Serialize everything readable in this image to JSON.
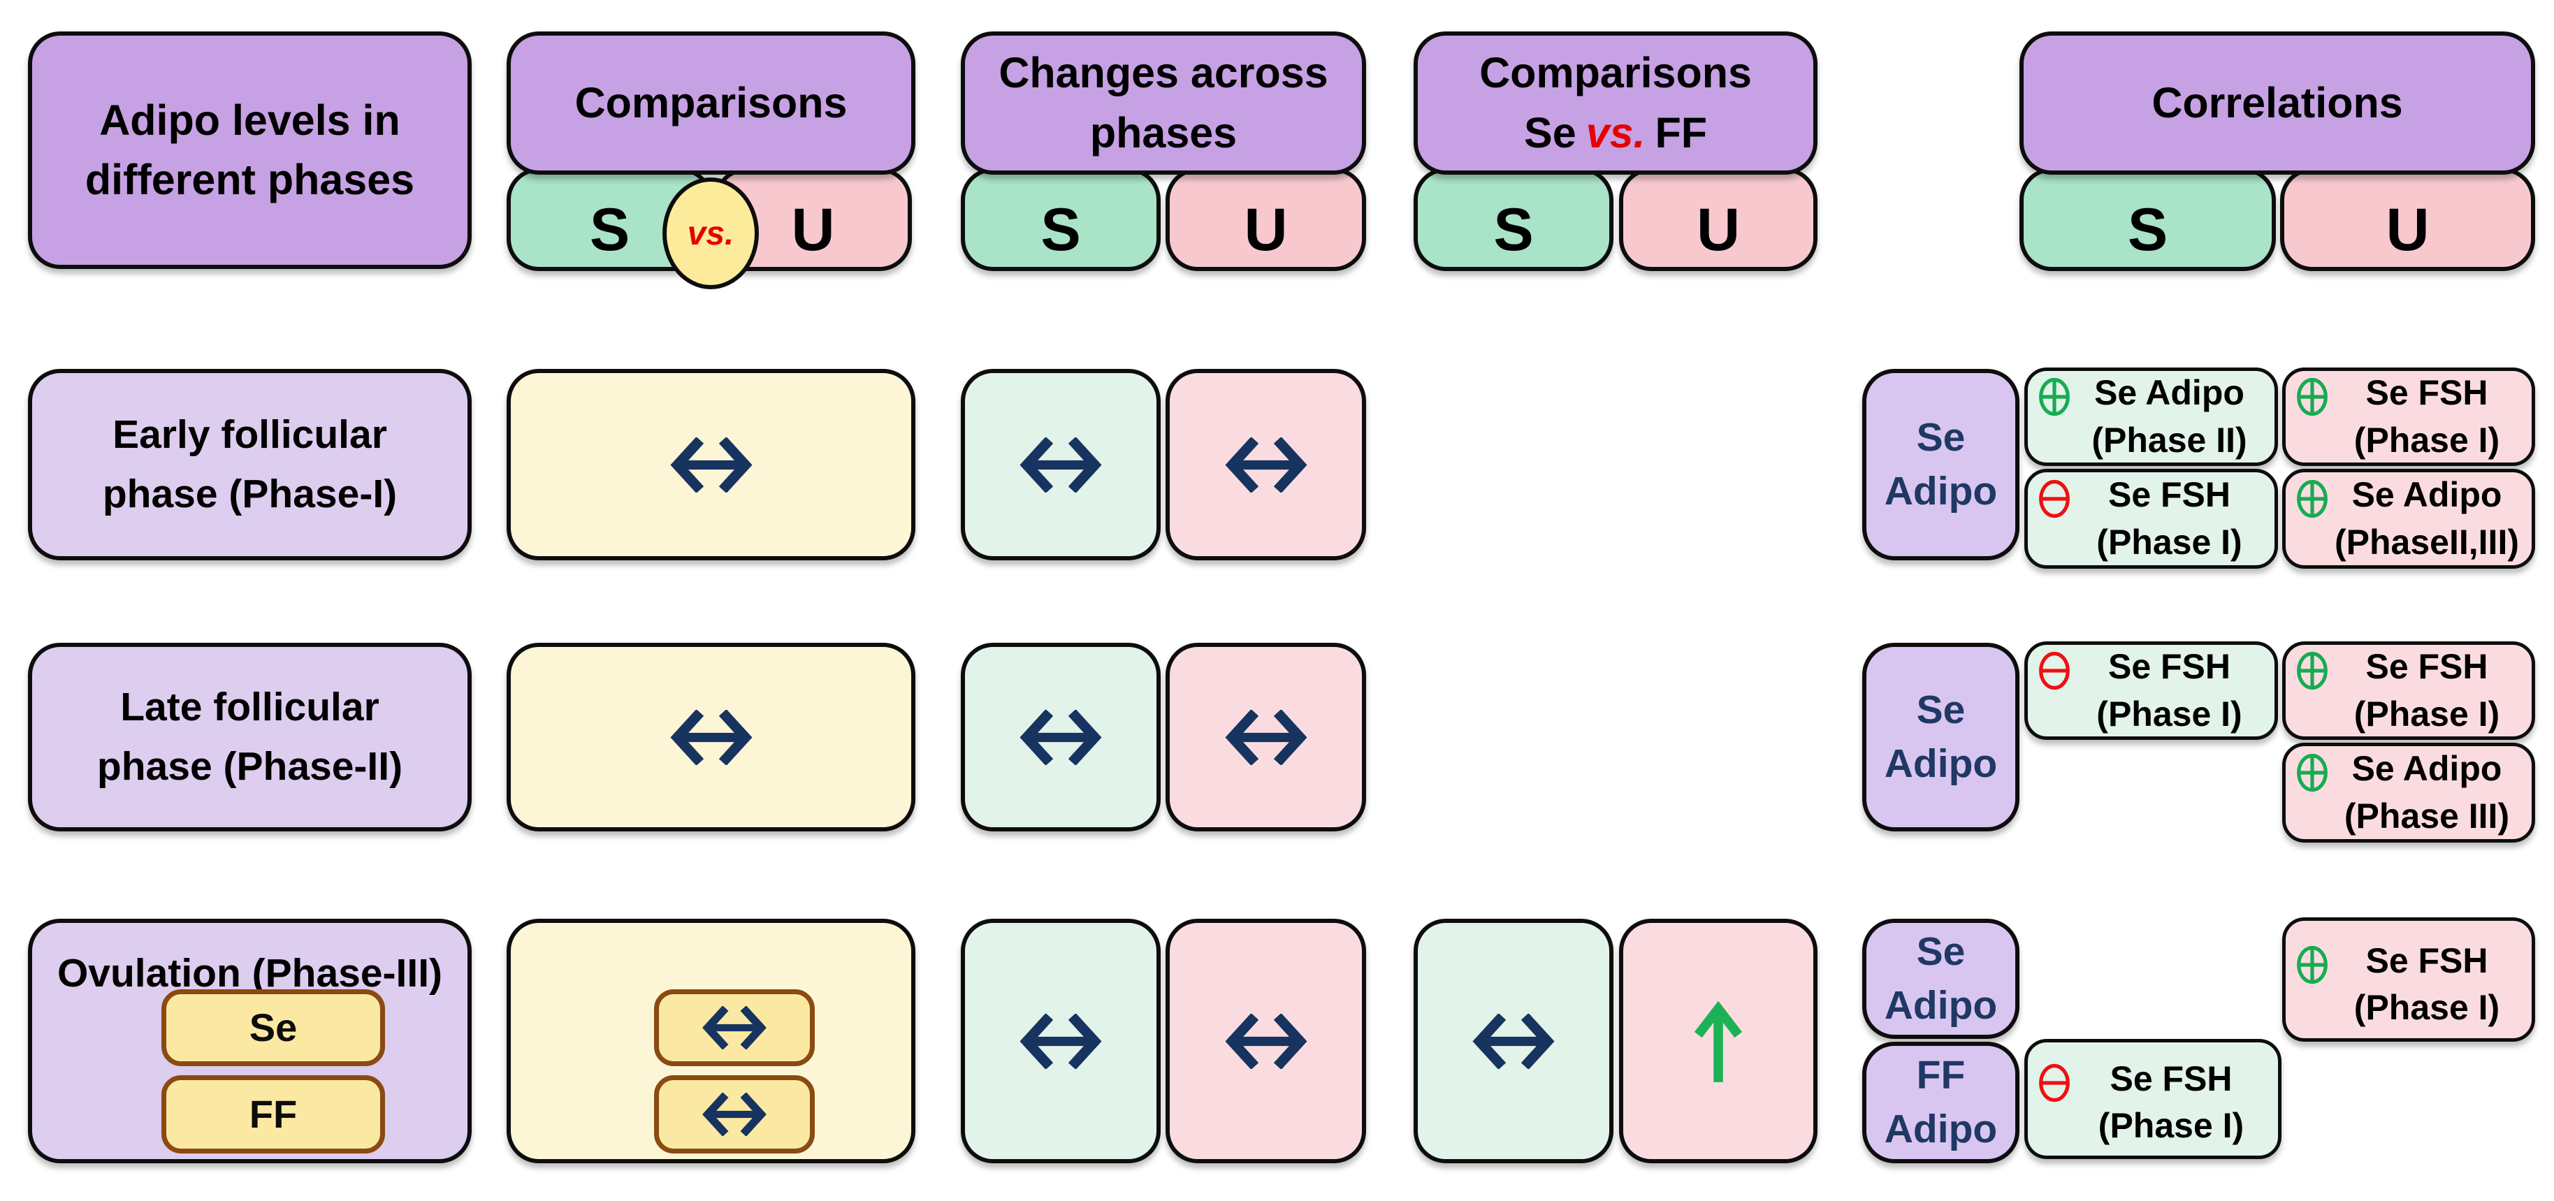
{
  "colors": {
    "header_purple": "#c6a1e3",
    "row_label_purple": "#ddcdee",
    "correlation_label_purple": "#d9c6f0",
    "serum_green": "#a9e3c8",
    "urinary_pink": "#f7c9ce",
    "cell_green": "#e2f3ea",
    "cell_pink": "#fadce0",
    "comparison_yellow": "#fdf6d6",
    "small_yellow": "#fbe9a3",
    "navy_arrow": "#17335f",
    "green_arrow": "#1cb254",
    "positive_green": "#17ab52",
    "negative_red": "#ee1111",
    "vs_red": "#e60000"
  },
  "headers": {
    "phases": "Adipo levels in\ndifferent phases",
    "comparisons": "Comparisons",
    "changes": "Changes across\nphases",
    "se_vs_ff_line1": "Comparisons",
    "se_vs_ff_se": "Se",
    "se_vs_ff_vs": "vs.",
    "se_vs_ff_ff": "FF",
    "correlations": "Correlations",
    "s": "S",
    "u": "U",
    "vs": "vs."
  },
  "rows": [
    {
      "label": "Early  follicular\nphase (Phase-I)",
      "comparisons": {
        "change": "no-change"
      },
      "changes": {
        "s": "no-change",
        "u": "no-change"
      },
      "correlations": {
        "label": "Se\nAdipo",
        "s_boxes": [
          {
            "sign": "positive",
            "text": "Se Adipo\n(Phase II)"
          },
          {
            "sign": "negative",
            "text": "Se FSH\n(Phase I)"
          }
        ],
        "u_boxes": [
          {
            "sign": "positive",
            "text": "Se FSH\n(Phase I)"
          },
          {
            "sign": "positive",
            "text": "Se Adipo\n(PhaseII,III)"
          }
        ]
      }
    },
    {
      "label": "Late follicular\nphase (Phase-II)",
      "comparisons": {
        "change": "no-change"
      },
      "changes": {
        "s": "no-change",
        "u": "no-change"
      },
      "correlations": {
        "label": "Se\nAdipo",
        "s_boxes": [
          {
            "sign": "negative",
            "text": "Se FSH\n(Phase I)"
          }
        ],
        "u_boxes": [
          {
            "sign": "positive",
            "text": "Se FSH\n(Phase I)"
          },
          {
            "sign": "positive",
            "text": "Se Adipo\n(Phase III)"
          }
        ]
      }
    },
    {
      "label": "Ovulation (Phase-III)",
      "sublabels": [
        "Se",
        "FF"
      ],
      "comparisons": {
        "changes": [
          "no-change",
          "no-change"
        ]
      },
      "changes": {
        "s": "no-change",
        "u": "no-change"
      },
      "se_vs_ff": {
        "s": "no-change",
        "u": "increase"
      },
      "correlations": {
        "labels": [
          "Se\nAdipo",
          "FF\nAdipo"
        ],
        "u_boxes": [
          {
            "sign": "positive",
            "text": "Se FSH\n(Phase I)"
          }
        ],
        "s_boxes": [
          {
            "sign": "negative",
            "text": "Se FSH\n(Phase I)"
          }
        ]
      }
    }
  ]
}
